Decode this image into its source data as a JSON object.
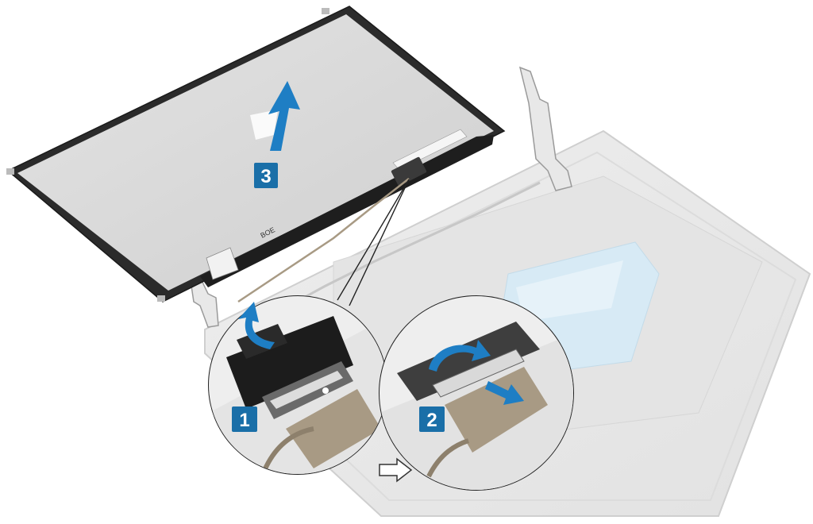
{
  "steps": [
    {
      "label": "1"
    },
    {
      "label": "2"
    },
    {
      "label": "3"
    }
  ],
  "panel_brand": "BOE",
  "colors": {
    "step_badge": "#1a6fa8",
    "arrow": "#1e7ec4",
    "panel_frame": "#2b2b2b",
    "panel_surface": "#d9d9d9",
    "back_cover": "#e9e9e9",
    "back_cover_edge": "#cfcfcf",
    "sticker": "#d7eaf5",
    "cable": "#a89a84"
  },
  "icons": [
    "lift-arrow-icon",
    "peel-arrow-icon",
    "rotate-arrow-icon",
    "pull-arrow-icon",
    "direction-arrow-icon"
  ]
}
